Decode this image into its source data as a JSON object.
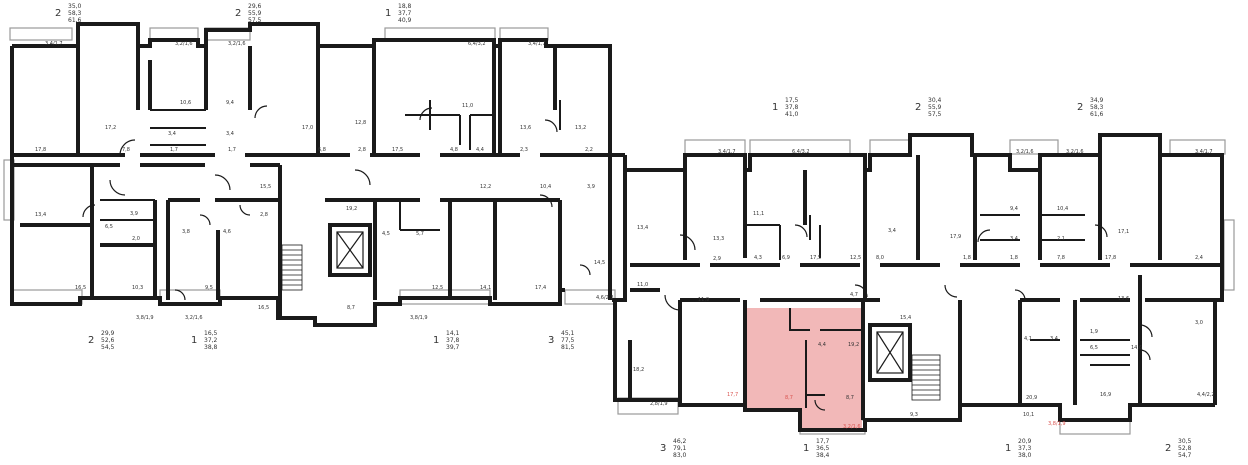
{
  "plan": {
    "highlight_color": "#f2b8b8",
    "wall_color": "#1a1a1a",
    "apartments": [
      {
        "rooms": "2",
        "areas": [
          "35,0",
          "58,3",
          "61,6"
        ]
      },
      {
        "rooms": "2",
        "areas": [
          "29,6",
          "55,9",
          "57,5"
        ]
      },
      {
        "rooms": "1",
        "areas": [
          "18,8",
          "37,7",
          "40,9"
        ]
      },
      {
        "rooms": "1",
        "areas": [
          "17,5",
          "37,8",
          "41,0"
        ]
      },
      {
        "rooms": "2",
        "areas": [
          "30,4",
          "55,9",
          "57,5"
        ]
      },
      {
        "rooms": "2",
        "areas": [
          "34,9",
          "58,3",
          "61,6"
        ]
      },
      {
        "rooms": "2",
        "areas": [
          "29,9",
          "52,6",
          "54,5"
        ]
      },
      {
        "rooms": "1",
        "areas": [
          "16,5",
          "37,2",
          "38,8"
        ]
      },
      {
        "rooms": "1",
        "areas": [
          "14,1",
          "37,8",
          "39,7"
        ]
      },
      {
        "rooms": "3",
        "areas": [
          "45,1",
          "77,5",
          "81,5"
        ]
      },
      {
        "rooms": "3",
        "areas": [
          "46,2",
          "79,1",
          "83,0"
        ]
      },
      {
        "rooms": "1",
        "areas": [
          "17,7",
          "36,5",
          "38,4"
        ]
      },
      {
        "rooms": "1",
        "areas": [
          "20,9",
          "37,3",
          "38,0"
        ]
      },
      {
        "rooms": "2",
        "areas": [
          "30,5",
          "52,8",
          "54,7"
        ]
      }
    ],
    "room_areas": [
      "3,4/1,7",
      "3,2/1,6",
      "3,2/1,6",
      "6,4/3,2",
      "3,4/1,7",
      "17,2",
      "10,6",
      "3,4",
      "1,7",
      "9,4",
      "3,4",
      "1,7",
      "17,0",
      "12,8",
      "11,0",
      "17,5",
      "4,8",
      "4,4",
      "13,6",
      "13,2",
      "2,3",
      "2,2",
      "17,8",
      "7,8",
      "6,8",
      "2,8",
      "15,5",
      "12,2",
      "10,4",
      "3,9",
      "13,4",
      "3,9",
      "6,5",
      "2,0",
      "3,8",
      "4,6",
      "2,8",
      "19,2",
      "4,5",
      "5,7",
      "16,5",
      "10,3",
      "9,5",
      "16,5",
      "8,7",
      "12,5",
      "14,1",
      "17,4",
      "14,5",
      "3,8/1,9",
      "3,2/1,6",
      "3,8/1,9",
      "4,6/2,3",
      "3,4/1,7",
      "6,4/3,2",
      "3,2/1,6",
      "3,2/1,6",
      "3,4/1,7",
      "11,1",
      "17,9",
      "9,4",
      "10,4",
      "17,1",
      "13,4",
      "13,3",
      "4,3",
      "6,9",
      "17,5",
      "12,5",
      "3,4",
      "3,4",
      "2,1",
      "2,9",
      "8,0",
      "1,8",
      "1,8",
      "7,8",
      "17,8",
      "2,4",
      "11,0",
      "11,9",
      "4,7",
      "4,4",
      "19,2",
      "15,4",
      "13,6",
      "3,0",
      "4,1",
      "3,4",
      "1,9",
      "6,5",
      "14,6",
      "18,2",
      "17,7",
      "8,7",
      "8,7",
      "9,3",
      "20,9",
      "10,1",
      "16,9",
      "4,4/2,2",
      "2,8/1,9",
      "3,2/1,6",
      "3,8/1,9"
    ]
  }
}
